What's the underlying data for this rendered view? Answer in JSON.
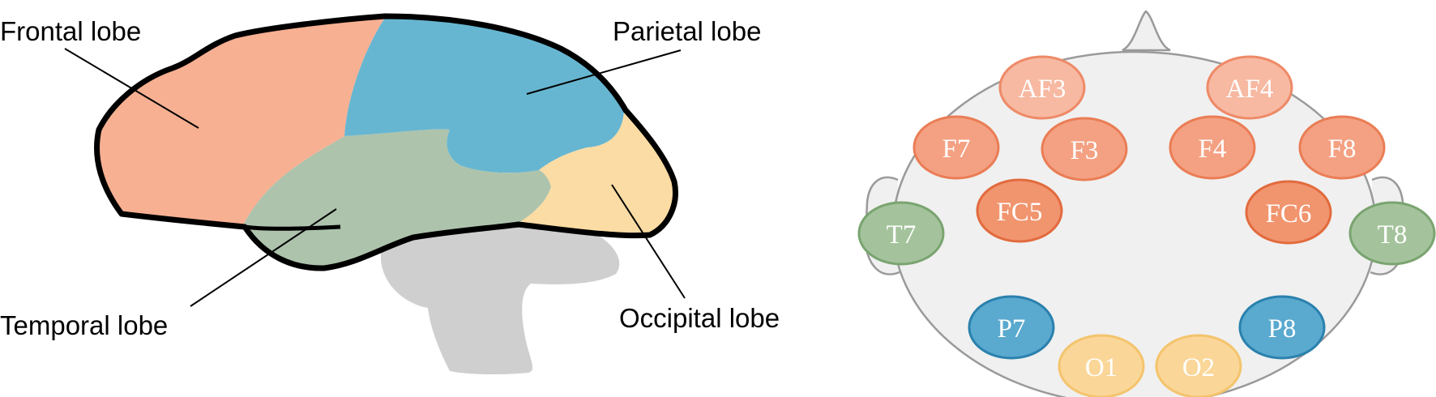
{
  "brain": {
    "labels": {
      "frontal": "Frontal lobe",
      "parietal": "Parietal lobe",
      "temporal": "Temporal lobe",
      "occipital": "Occipital lobe"
    },
    "colors": {
      "frontal": "#f7b092",
      "parietal": "#67b6d1",
      "temporal": "#adc3ac",
      "occipital": "#fbdca4",
      "cerebellum": "#cfcfcf",
      "outline": "#000000"
    }
  },
  "electrode_map": {
    "colors": {
      "head_fill": "#f0f0f0",
      "head_outline": "#9a9a9a",
      "af_fill": "#f7b9a2",
      "af_stroke": "#ee8a68",
      "f_fill": "#f4a183",
      "f_stroke": "#ea7d55",
      "fc_fill": "#f1956f",
      "fc_stroke": "#e26b3e",
      "t_fill": "#a4c39c",
      "t_stroke": "#7aa470",
      "p_fill": "#5aa9cf",
      "p_stroke": "#2a81ad",
      "o_fill": "#fad698",
      "o_stroke": "#f4c46d"
    },
    "electrodes": {
      "AF3": "AF3",
      "AF4": "AF4",
      "F7": "F7",
      "F3": "F3",
      "F4": "F4",
      "F8": "F8",
      "FC5": "FC5",
      "FC6": "FC6",
      "T7": "T7",
      "T8": "T8",
      "P7": "P7",
      "P8": "P8",
      "O1": "O1",
      "O2": "O2"
    }
  }
}
